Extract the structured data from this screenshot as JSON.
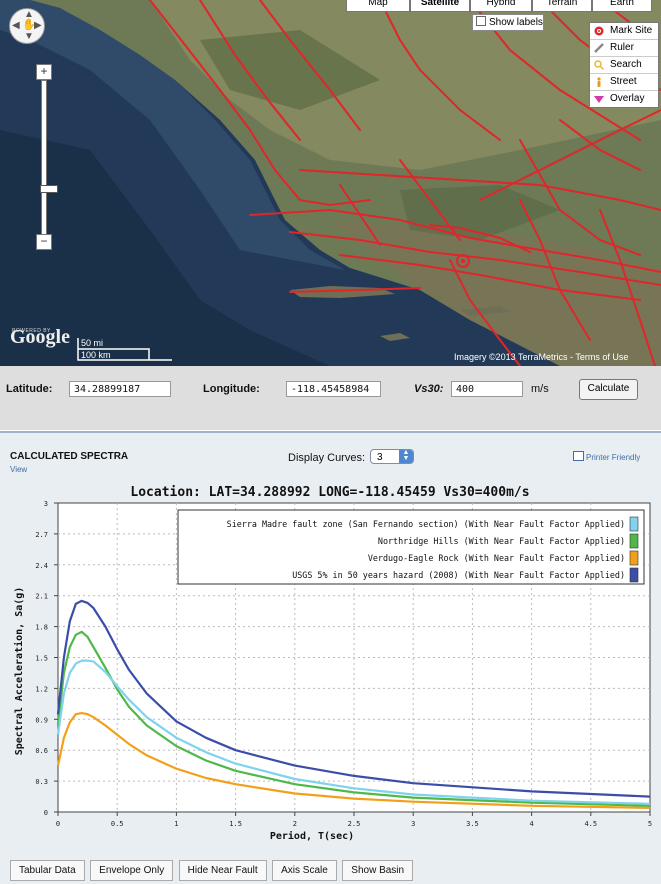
{
  "map": {
    "type_tabs": [
      "Map",
      "Satellite",
      "Hybrid",
      "Terrain",
      "Earth"
    ],
    "show_labels": "Show labels",
    "tools": [
      {
        "label": "Mark Site",
        "icon": "target-icon"
      },
      {
        "label": "Ruler",
        "icon": "ruler-icon"
      },
      {
        "label": "Search",
        "icon": "magnifier-icon"
      },
      {
        "label": "Street",
        "icon": "pegman-icon"
      },
      {
        "label": "Overlay",
        "icon": "overlay-icon"
      }
    ],
    "zoom_in": "+",
    "zoom_out": "−",
    "logo": "Google",
    "powered_by": "POWERED BY",
    "scale_mi": "50 mi",
    "scale_km": "100 km",
    "attribution": "Imagery ©2013 TerraMetrics - Terms of Use",
    "fault_color": "#e0262b"
  },
  "coords": {
    "lat_label": "Latitude:",
    "lat_value": "34.28899187",
    "lon_label": "Longitude:",
    "lon_value": "-118.45458984",
    "vs_label": "Vs30:",
    "vs_value": "400",
    "vs_unit": "m/s",
    "calculate": "Calculate"
  },
  "spectra": {
    "title": "CALCULATED SPECTRA",
    "view": "View",
    "display_curves_label": "Display Curves:",
    "display_curves_value": "3",
    "printer_friendly": "Printer Friendly"
  },
  "chart_data": {
    "type": "line",
    "title": "Location: LAT=34.288992 LONG=-118.45459 Vs30=400m/s",
    "xlabel": "Period, T(sec)",
    "ylabel": "Spectral Acceleration, Sa(g)",
    "xlim": [
      0,
      5
    ],
    "ylim": [
      0,
      3
    ],
    "xticks": [
      "0",
      "0.5",
      "1",
      "1.5",
      "2",
      "2.5",
      "3",
      "3.5",
      "4",
      "4.5",
      "5"
    ],
    "yticks": [
      "0",
      "0.3",
      "0.6",
      "0.9",
      "1.2",
      "1.5",
      "1.8",
      "2.1",
      "2.4",
      "2.7",
      "3"
    ],
    "grid": true,
    "legend_position": "top-right",
    "series": [
      {
        "name": "Sierra Madre fault zone (San Fernando section) (With Near Fault Factor Applied)",
        "color": "#7fd3ec",
        "x": [
          0,
          0.05,
          0.1,
          0.15,
          0.2,
          0.25,
          0.3,
          0.4,
          0.5,
          0.6,
          0.75,
          1.0,
          1.25,
          1.5,
          2.0,
          2.5,
          3.0,
          4.0,
          5.0
        ],
        "y": [
          0.75,
          1.15,
          1.35,
          1.44,
          1.47,
          1.47,
          1.46,
          1.36,
          1.22,
          1.09,
          0.92,
          0.72,
          0.58,
          0.47,
          0.32,
          0.23,
          0.17,
          0.11,
          0.08
        ]
      },
      {
        "name": "Northridge Hills (With Near Fault Factor Applied)",
        "color": "#4fb848",
        "x": [
          0,
          0.05,
          0.1,
          0.15,
          0.2,
          0.25,
          0.3,
          0.4,
          0.5,
          0.6,
          0.75,
          1.0,
          1.25,
          1.5,
          2.0,
          2.5,
          3.0,
          4.0,
          5.0
        ],
        "y": [
          0.85,
          1.35,
          1.6,
          1.72,
          1.75,
          1.7,
          1.6,
          1.4,
          1.19,
          1.02,
          0.84,
          0.64,
          0.5,
          0.4,
          0.27,
          0.19,
          0.14,
          0.09,
          0.06
        ]
      },
      {
        "name": "Verdugo-Eagle Rock (With Near Fault Factor Applied)",
        "color": "#f2a019",
        "x": [
          0,
          0.05,
          0.1,
          0.15,
          0.2,
          0.25,
          0.3,
          0.4,
          0.5,
          0.6,
          0.75,
          1.0,
          1.25,
          1.5,
          2.0,
          2.5,
          3.0,
          4.0,
          5.0
        ],
        "y": [
          0.45,
          0.72,
          0.87,
          0.95,
          0.96,
          0.95,
          0.92,
          0.84,
          0.75,
          0.66,
          0.55,
          0.42,
          0.33,
          0.27,
          0.18,
          0.13,
          0.1,
          0.06,
          0.04
        ]
      },
      {
        "name": "USGS 5% in 50 years hazard (2008) (With Near Fault Factor Applied)",
        "color": "#3a4ea8",
        "x": [
          0,
          0.05,
          0.1,
          0.15,
          0.2,
          0.25,
          0.3,
          0.4,
          0.5,
          0.6,
          0.75,
          1.0,
          1.25,
          1.5,
          2.0,
          2.5,
          3.0,
          4.0,
          5.0
        ],
        "y": [
          0.95,
          1.5,
          1.85,
          2.02,
          2.05,
          2.03,
          1.98,
          1.8,
          1.58,
          1.38,
          1.15,
          0.88,
          0.72,
          0.6,
          0.45,
          0.35,
          0.28,
          0.2,
          0.15
        ]
      }
    ]
  },
  "buttons": [
    "Tabular Data",
    "Envelope Only",
    "Hide Near Fault",
    "Axis Scale",
    "Show Basin"
  ]
}
